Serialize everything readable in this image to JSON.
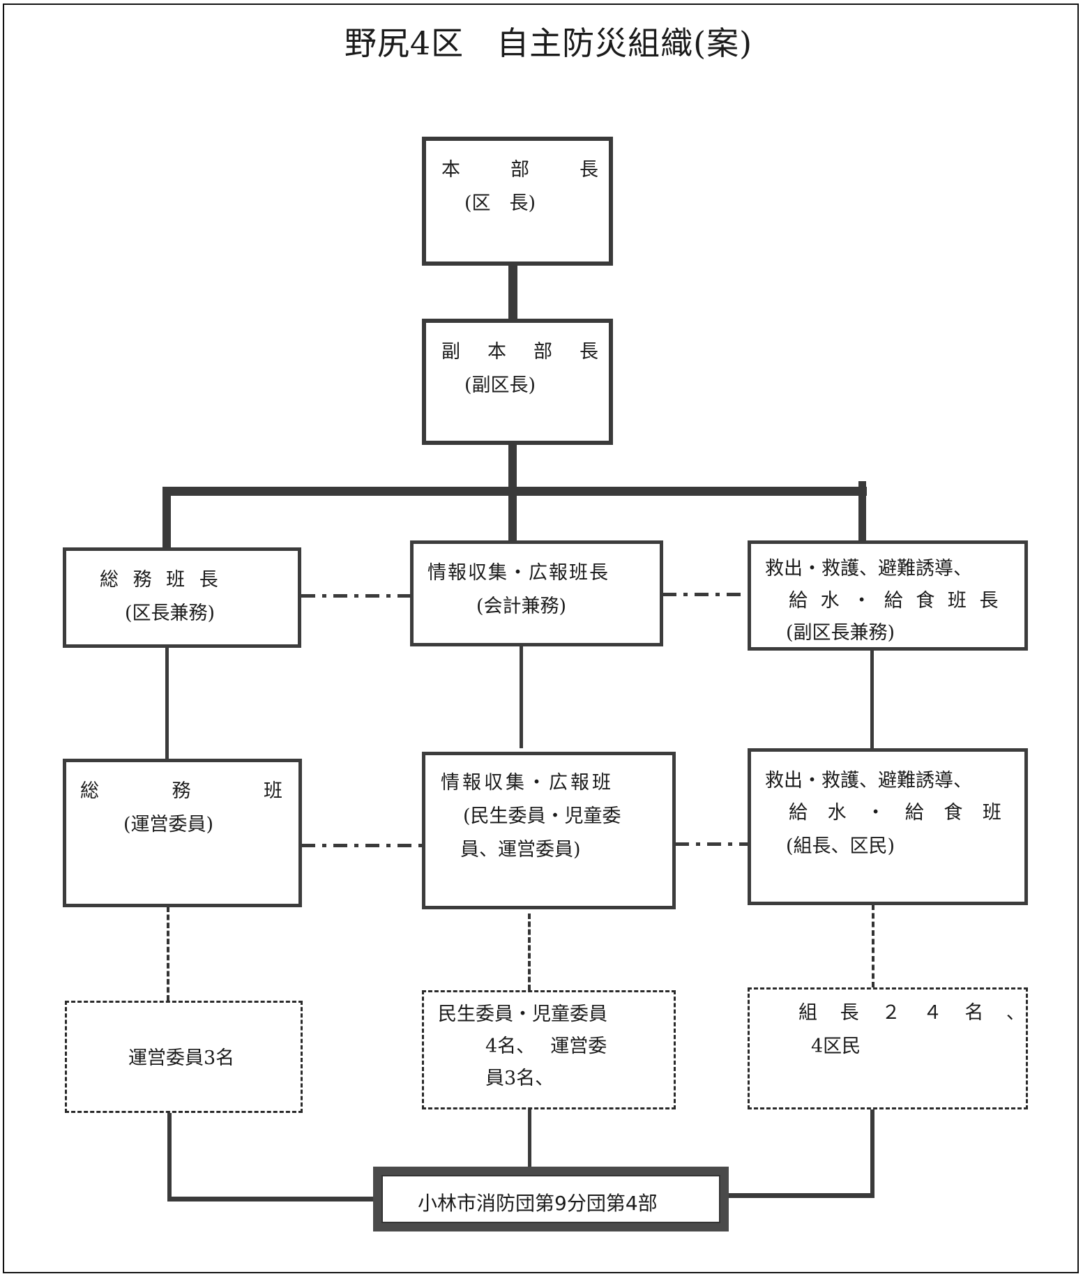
{
  "title": "野尻4区　自主防災組織(案)",
  "headquarters": {
    "chief": {
      "chars": [
        "本",
        "部",
        "長"
      ],
      "role": "(区　長)"
    },
    "deputy": {
      "chars": [
        "副",
        "本",
        "部",
        "長"
      ],
      "role": "(副区長)"
    }
  },
  "leaders": [
    {
      "line1": "総 務 班 長",
      "role": "(区長兼務)"
    },
    {
      "line1": "情報収集・広報班長",
      "role": "(会計兼務)"
    },
    {
      "line1": "救出・救護、避難誘導、",
      "line2": "給 水 ・ 給 食 班 長",
      "role": "(副区長兼務)"
    }
  ],
  "teams": [
    {
      "chars": [
        "総",
        "務",
        "班"
      ],
      "role": "(運営委員)"
    },
    {
      "line1": "情報収集・広報班",
      "line2": "(民生委員・児童委",
      "line3": "員、運営委員)"
    },
    {
      "line1": "救出・救護、避難誘導、",
      "line2": "給 水 ・ 給 食 班",
      "role": "(組長、区民)"
    }
  ],
  "members": [
    {
      "line1": "運営委員3名"
    },
    {
      "line1": "民生委員・児童委員",
      "line2": "4名、　 運営委",
      "line3": "員3名、"
    },
    {
      "line1": "組 長 ２ ４ 名 、",
      "line2": "4区民"
    }
  ],
  "fire_brigade": {
    "label": "小林市消防団第9分団第4部"
  }
}
